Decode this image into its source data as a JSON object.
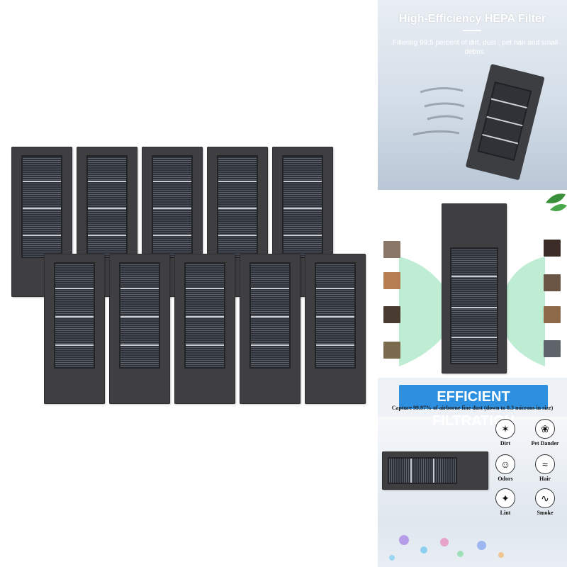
{
  "top_panel": {
    "title": "High-Efficiency HEPA Filter",
    "subtitle": "Filtering 99.5 percent of dirt, dust , pet hair and small debris."
  },
  "bottom_panel": {
    "banner": "EFFICIENT FILTRATION",
    "caption": "Capture 99.97% of airborne fine dust (down to 0.3 microns in size)",
    "features": [
      {
        "label": "Dirt",
        "icon": "broom-icon"
      },
      {
        "label": "Pet Dander",
        "icon": "paw-icon"
      },
      {
        "label": "Odors",
        "icon": "face-icon"
      },
      {
        "label": "Hair",
        "icon": "hair-icon"
      },
      {
        "label": "Lint",
        "icon": "shirt-icon"
      },
      {
        "label": "Smoke",
        "icon": "smoke-icon"
      }
    ]
  },
  "colors": {
    "filter_frame": "#3f3f42",
    "banner": "#2d8fe0",
    "air_flow": "#7ed9a8"
  }
}
